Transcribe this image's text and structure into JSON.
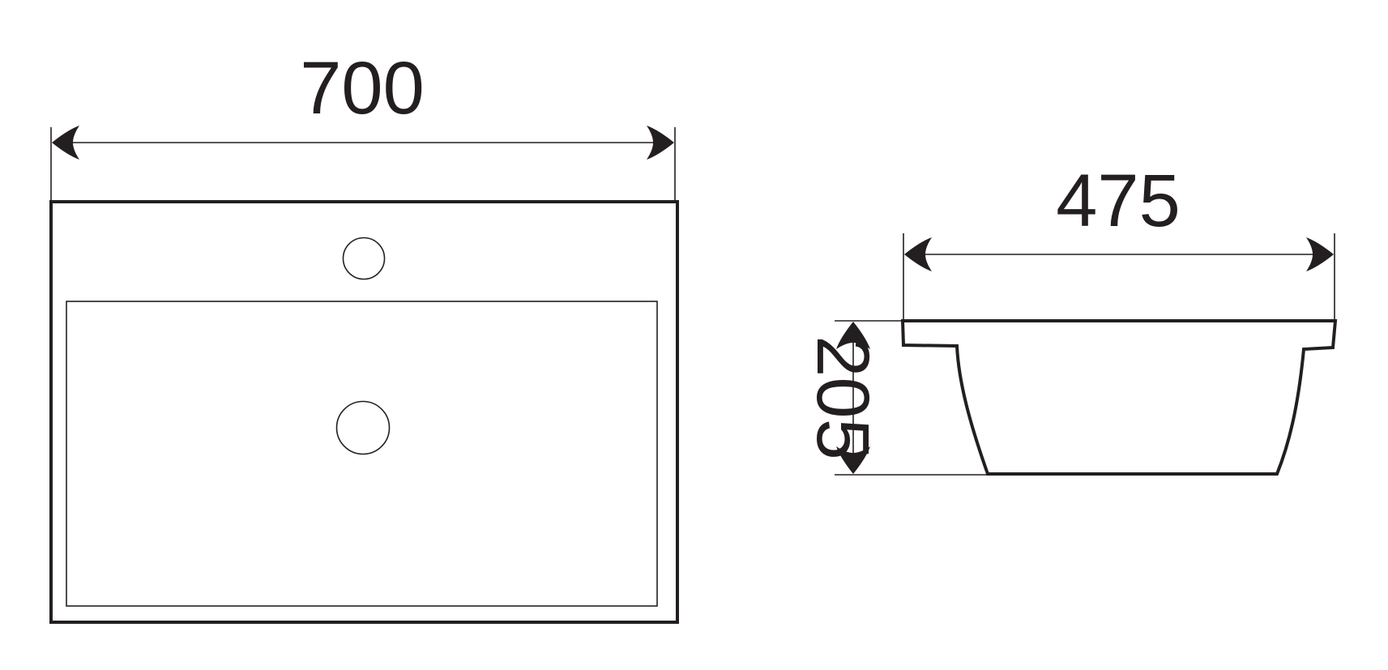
{
  "dimensions": {
    "width": "700",
    "depth": "475",
    "height": "205"
  },
  "colors": {
    "line": "#231f20",
    "background": "#ffffff"
  }
}
